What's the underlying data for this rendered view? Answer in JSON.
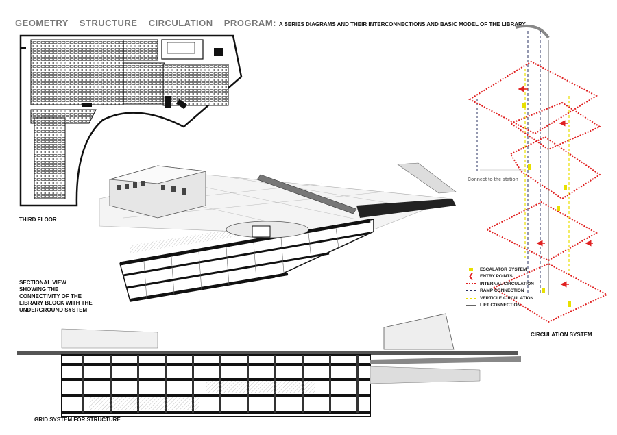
{
  "title": {
    "main": "GEOMETRY   STRUCTURE   CIRCULATION   PROGRAM:",
    "sub": "A SERIES DIAGRAMS AND THEIR INTERCONNECTIONS AND BASIC MODEL OF THE LIBRARY."
  },
  "labels": {
    "third_floor": "THIRD FLOOR",
    "sectional_view": "SECTIONAL VIEW SHOWING THE  CONNECTIVITY OF THE LIBRARY BLOCK WITH THE UNDERGROUND SYSTEM",
    "grid_system": "GRID SYSTEM FOR STRUCTURE",
    "circulation_system": "CIRCULATION SYSTEM",
    "connect_station": "Connect to the station"
  },
  "legend": [
    {
      "label": "ESCALATOR SYSTEM",
      "icon": "escalator-swatch",
      "color": "#e8e000"
    },
    {
      "label": "ENTRY POINTS",
      "icon": "entry-arrow",
      "color": "#e02020"
    },
    {
      "label": "INTERNAL CIRCULATION",
      "icon": "dotted-red-line",
      "color": "#e02020"
    },
    {
      "label": "RAMP CONNECTION",
      "icon": "dashed-navy-line",
      "color": "#2a3060"
    },
    {
      "label": "VERTICLE CIRCULATION",
      "icon": "dashed-yellow-line",
      "color": "#e8e000"
    },
    {
      "label": "LIFT CONNECTION",
      "icon": "solid-grey-line",
      "color": "#666666"
    }
  ]
}
